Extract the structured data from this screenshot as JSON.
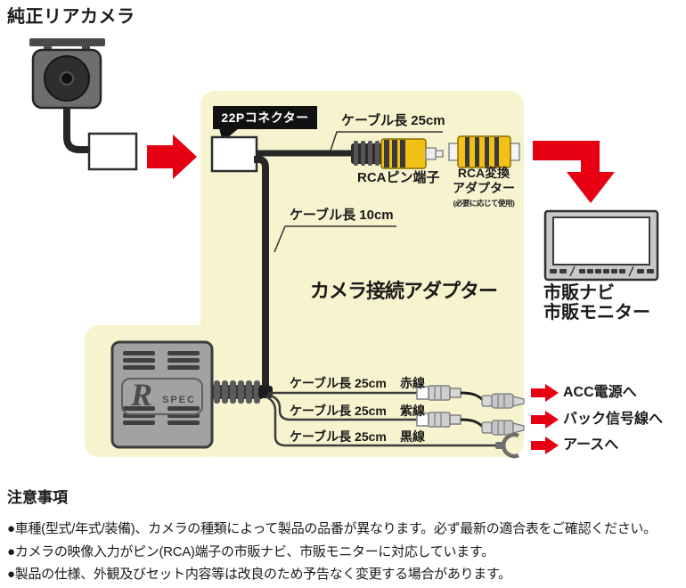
{
  "title": "純正リアカメラ",
  "colors": {
    "accent_red": "#e60012",
    "panel_bg": "#f7f3cf",
    "rca_yellow": "#f2c117"
  },
  "diagram": {
    "connector_label": "22Pコネクター",
    "cable_top_label": "ケーブル長 25cm",
    "rca_pin_label": "RCAピン端子",
    "rca_adapter": {
      "line1": "RCA変換",
      "line2": "アダプター",
      "note": "(必要に応じて使用)"
    },
    "cable_mid_label": "ケーブル長 10cm",
    "adapter_title": "カメラ接続アダプター",
    "monitor_label": {
      "line1": "市販ナビ",
      "line2": "市販モニター"
    },
    "rspec": {
      "r": "R",
      "spec": "SPEC"
    },
    "wires": [
      {
        "length": "ケーブル長 25cm",
        "color": "赤線",
        "dest": "ACC電源へ"
      },
      {
        "length": "ケーブル長 25cm",
        "color": "紫線",
        "dest": "バック信号線へ"
      },
      {
        "length": "ケーブル長 25cm",
        "color": "黒線",
        "dest": "アースへ"
      }
    ]
  },
  "notes": {
    "heading": "注意事項",
    "items": [
      "●車種(型式/年式/装備)、カメラの種類によって製品の品番が異なります。必ず最新の適合表をご確認ください。",
      "●カメラの映像入力がピン(RCA)端子の市販ナビ、市販モニターに対応しています。",
      "●製品の仕様、外観及びセット内容等は改良のため予告なく変更する場合があります。"
    ]
  }
}
